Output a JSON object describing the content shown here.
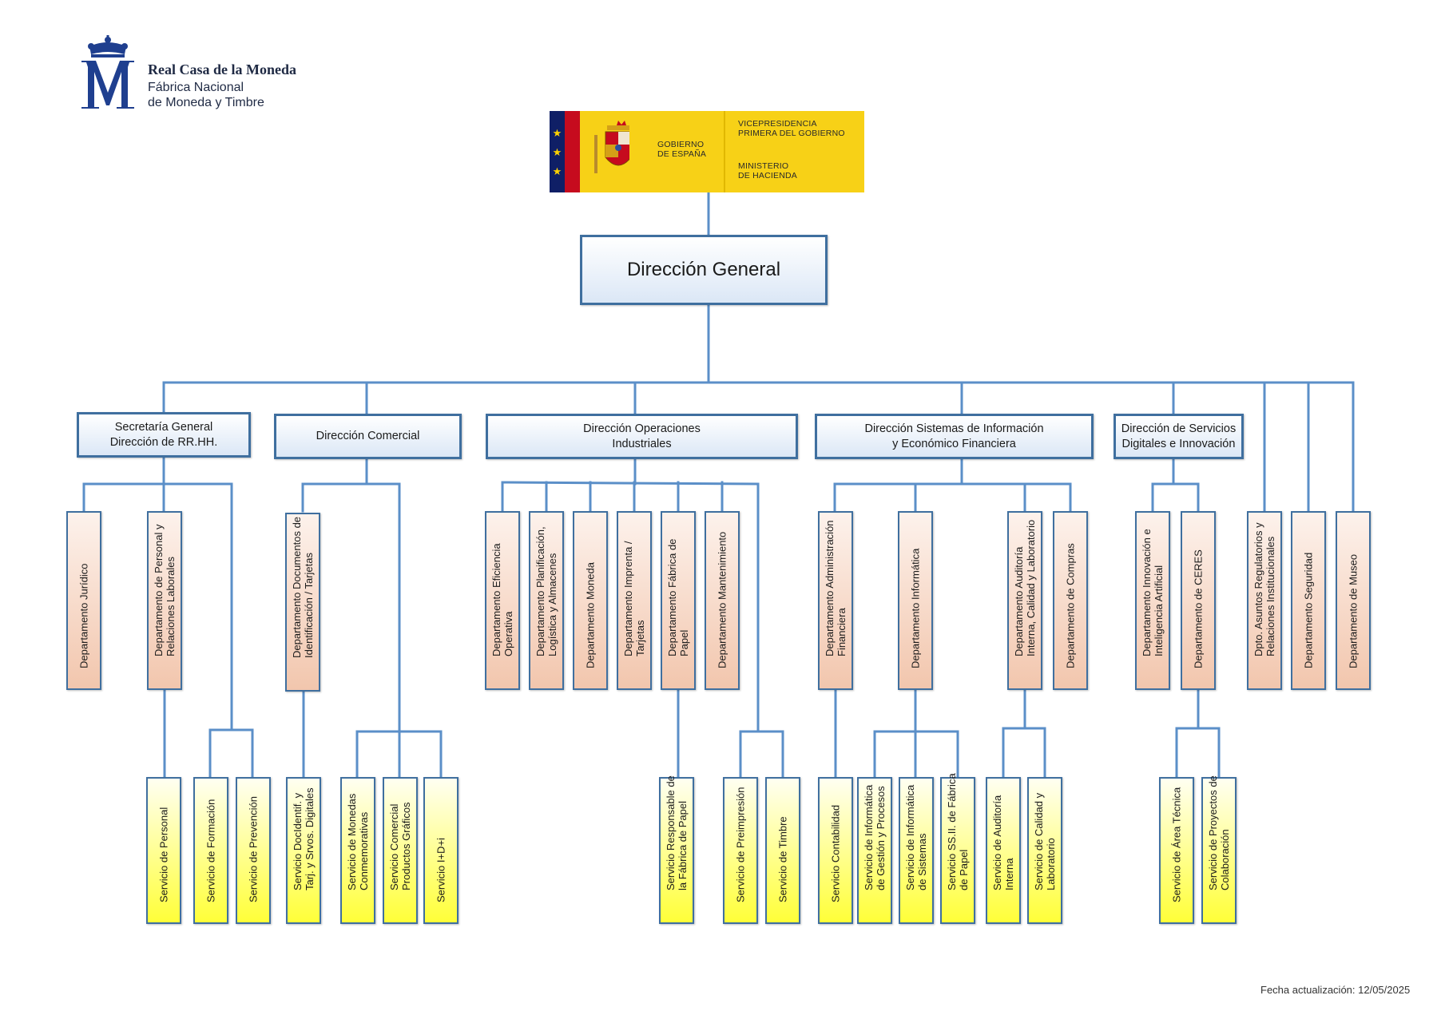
{
  "logo": {
    "name": "Real Casa de la Moneda",
    "line2": "Fábrica Nacional",
    "line3": "de Moneda y Timbre"
  },
  "gobierno": {
    "left_line1": "GOBIERNO",
    "left_line2": "DE ESPAÑA",
    "right1_line1": "VICEPRESIDENCIA",
    "right1_line2": "PRIMERA DEL GOBIERNO",
    "right2_line1": "MINISTERIO",
    "right2_line2": "DE HACIENDA"
  },
  "direccion_general": "Dirección General",
  "direcciones": [
    "Secretaría General\nDirección  de RR.HH.",
    "Dirección Comercial",
    "Dirección Operaciones\nIndustriales",
    "Dirección Sistemas de Información\ny Económico Financiera",
    "Dirección de Servicios\nDigitales e Innovación"
  ],
  "departamentos": [
    "Departamento Jurídico",
    "Departamento de Personal y\nRelaciones Laborales",
    "Departamento Documentos de\nIdentificación / Tarjetas",
    "Departamento Eficiencia\nOperativa",
    "Departamento Planificación,\nLogística y Almacenes",
    "Departamento Moneda",
    "Departamento Imprenta /\nTarjetas",
    "Departamento Fábrica de\nPapel",
    "Departamento Mantenimiento",
    "Departamento Administración\nFinanciera",
    "Departamento Informática",
    "Departamento Auditoría\nInterna, Calidad y Laboratorio",
    "Departamento de Compras",
    "Departamento Innovación e\nInteligencia Artificial",
    "Departamento de CERES",
    "Dpto. Asuntos Regulatorios y\nRelaciones Institucionales",
    "Departamento Seguridad",
    "Departamento de Museo"
  ],
  "servicios": [
    "Servicio de Personal",
    "Servicio de Formación",
    "Servicio de Prevención",
    "Servicio DocIdentif. y\nTarj. y Srvos. Digitales",
    "Servicio de Monedas\nConmemorativas",
    "Servicio Comercial\nProductos Gráficos",
    "Servicio I+D+i",
    "Servicio Responsable de\nla Fábrica de Papel",
    "Servicio de Preimpresión",
    "Servicio de Timbre",
    "Servicio Contabilidad",
    "Servicio de Informática\nde Gestión y Procesos",
    "Servicio de Informática\nde Sistemas",
    "Servicio SS.II. de Fábrica\nde Papel",
    "Servicio de Auditoría\nInterna",
    "Servicio de Calidad y\nLaboratorio",
    "Servicio de Área Técnica",
    "Servicio de Proyectos de\nColaboración"
  ],
  "fecha": "Fecha actualización: 12/05/2025"
}
